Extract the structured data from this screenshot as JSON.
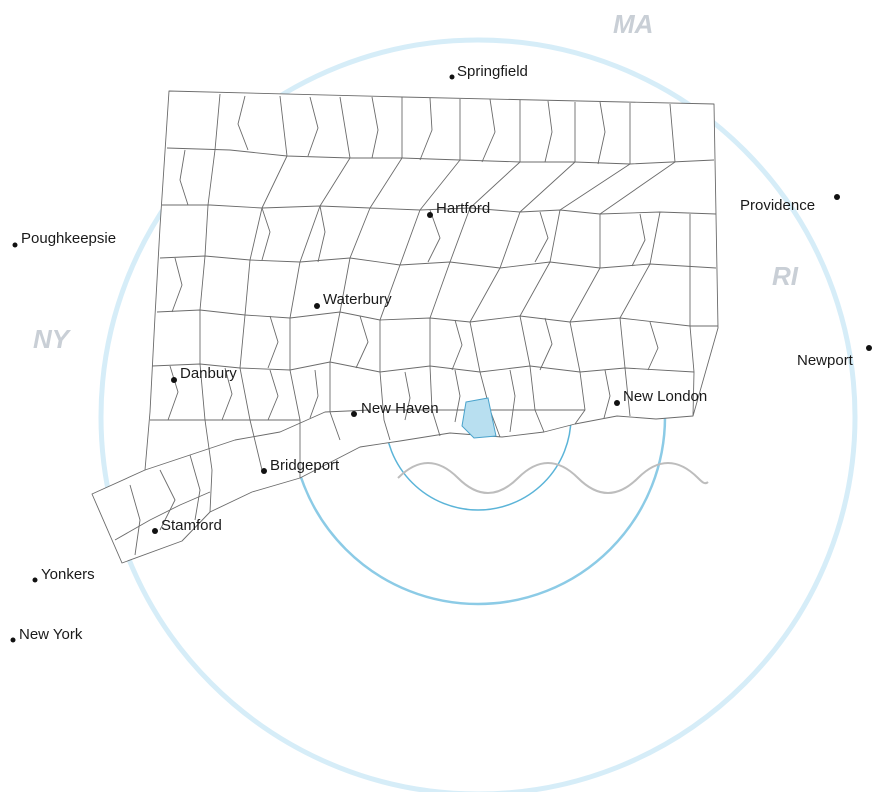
{
  "map": {
    "states": {
      "ma": "MA",
      "ny": "NY",
      "ri": "RI"
    },
    "cities": {
      "springfield": "Springfield",
      "hartford": "Hartford",
      "providence": "Providence",
      "poughkeepsie": "Poughkeepsie",
      "waterbury": "Waterbury",
      "newport": "Newport",
      "danbury": "Danbury",
      "new_haven": "New Haven",
      "new_london": "New London",
      "bridgeport": "Bridgeport",
      "stamford": "Stamford",
      "yonkers": "Yonkers",
      "new_york": "New York"
    },
    "colors": {
      "highlight_fill": "#b8dff0",
      "highlight_stroke": "#4aa3cc",
      "ring_inner": "#5bb4d8",
      "ring_middle": "#8ccbe6",
      "ring_outer": "#d6edf8",
      "wave": "#bdbdbd"
    }
  }
}
